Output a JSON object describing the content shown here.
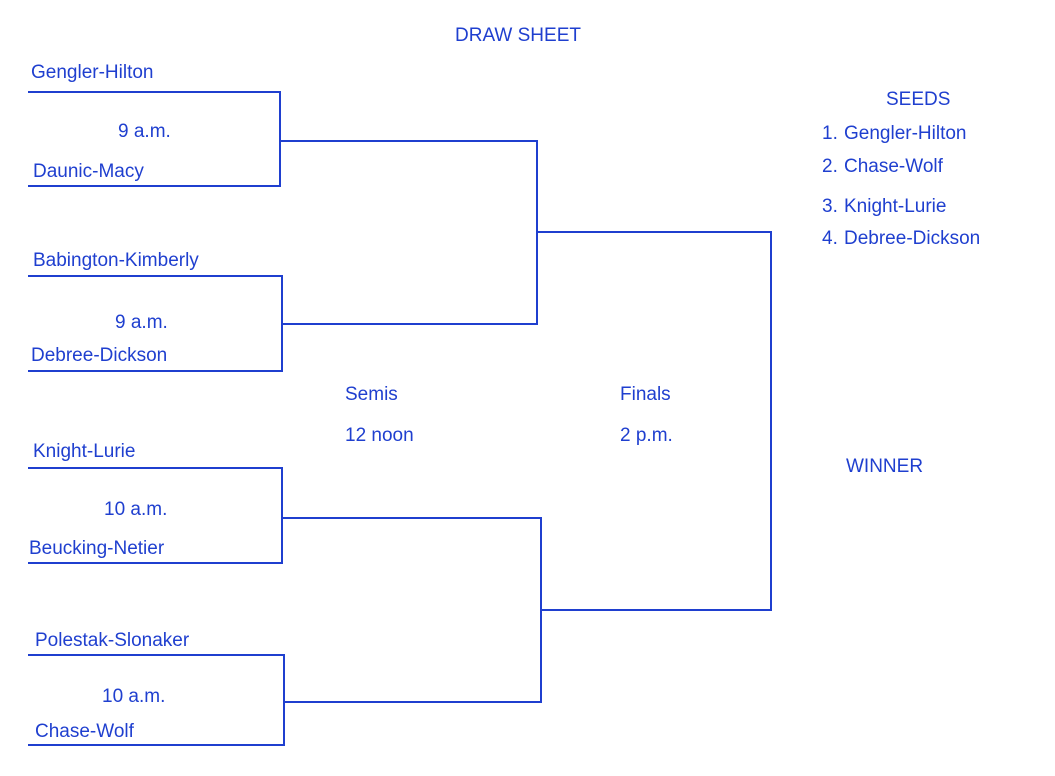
{
  "title": "DRAW SHEET",
  "colors": {
    "ink": "#1f3fcf",
    "paper": "#ffffff"
  },
  "matches": [
    {
      "team1": "Gengler-Hilton",
      "time": "9 a.m.",
      "team2": "Daunic-Macy"
    },
    {
      "team1": "Babington-Kimberly",
      "time": "9 a.m.",
      "team2": "Debree-Dickson"
    },
    {
      "team1": "Knight-Lurie",
      "time": "10 a.m.",
      "team2": "Beucking-Netier"
    },
    {
      "team1": "Polestak-Slonaker",
      "time": "10 a.m.",
      "team2": "Chase-Wolf"
    }
  ],
  "semis": {
    "label": "Semis",
    "time": "12 noon"
  },
  "finals": {
    "label": "Finals",
    "time": "2 p.m."
  },
  "seeds": {
    "heading": "SEEDS",
    "items": [
      {
        "num": "1.",
        "team": "Gengler-Hilton"
      },
      {
        "num": "2.",
        "team": "Chase-Wolf"
      },
      {
        "num": "3.",
        "team": "Knight-Lurie"
      },
      {
        "num": "4.",
        "team": "Debree-Dickson"
      }
    ]
  },
  "winner_label": "WINNER"
}
